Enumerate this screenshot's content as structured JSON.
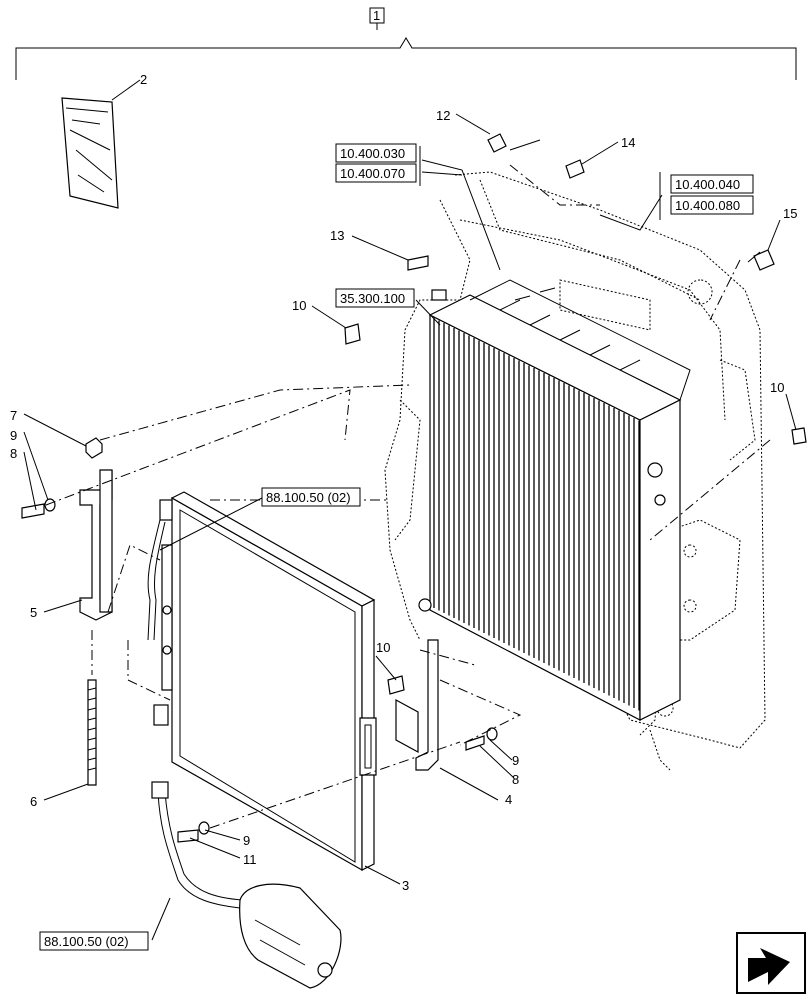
{
  "assembly_number": "1",
  "callouts": [
    "2",
    "12",
    "14",
    "15",
    "13",
    "10",
    "10",
    "10",
    "7",
    "9",
    "8",
    "5",
    "6",
    "3",
    "4",
    "9",
    "8",
    "9",
    "11"
  ],
  "references": {
    "ref_a": "10.400.030",
    "ref_b": "10.400.070",
    "ref_c": "10.400.040",
    "ref_d": "10.400.080",
    "ref_e": "35.300.100",
    "ref_f": "88.100.50 (02)",
    "ref_g": "88.100.50 (02)"
  },
  "icons": {
    "nav": "next-page-arrow-icon"
  }
}
